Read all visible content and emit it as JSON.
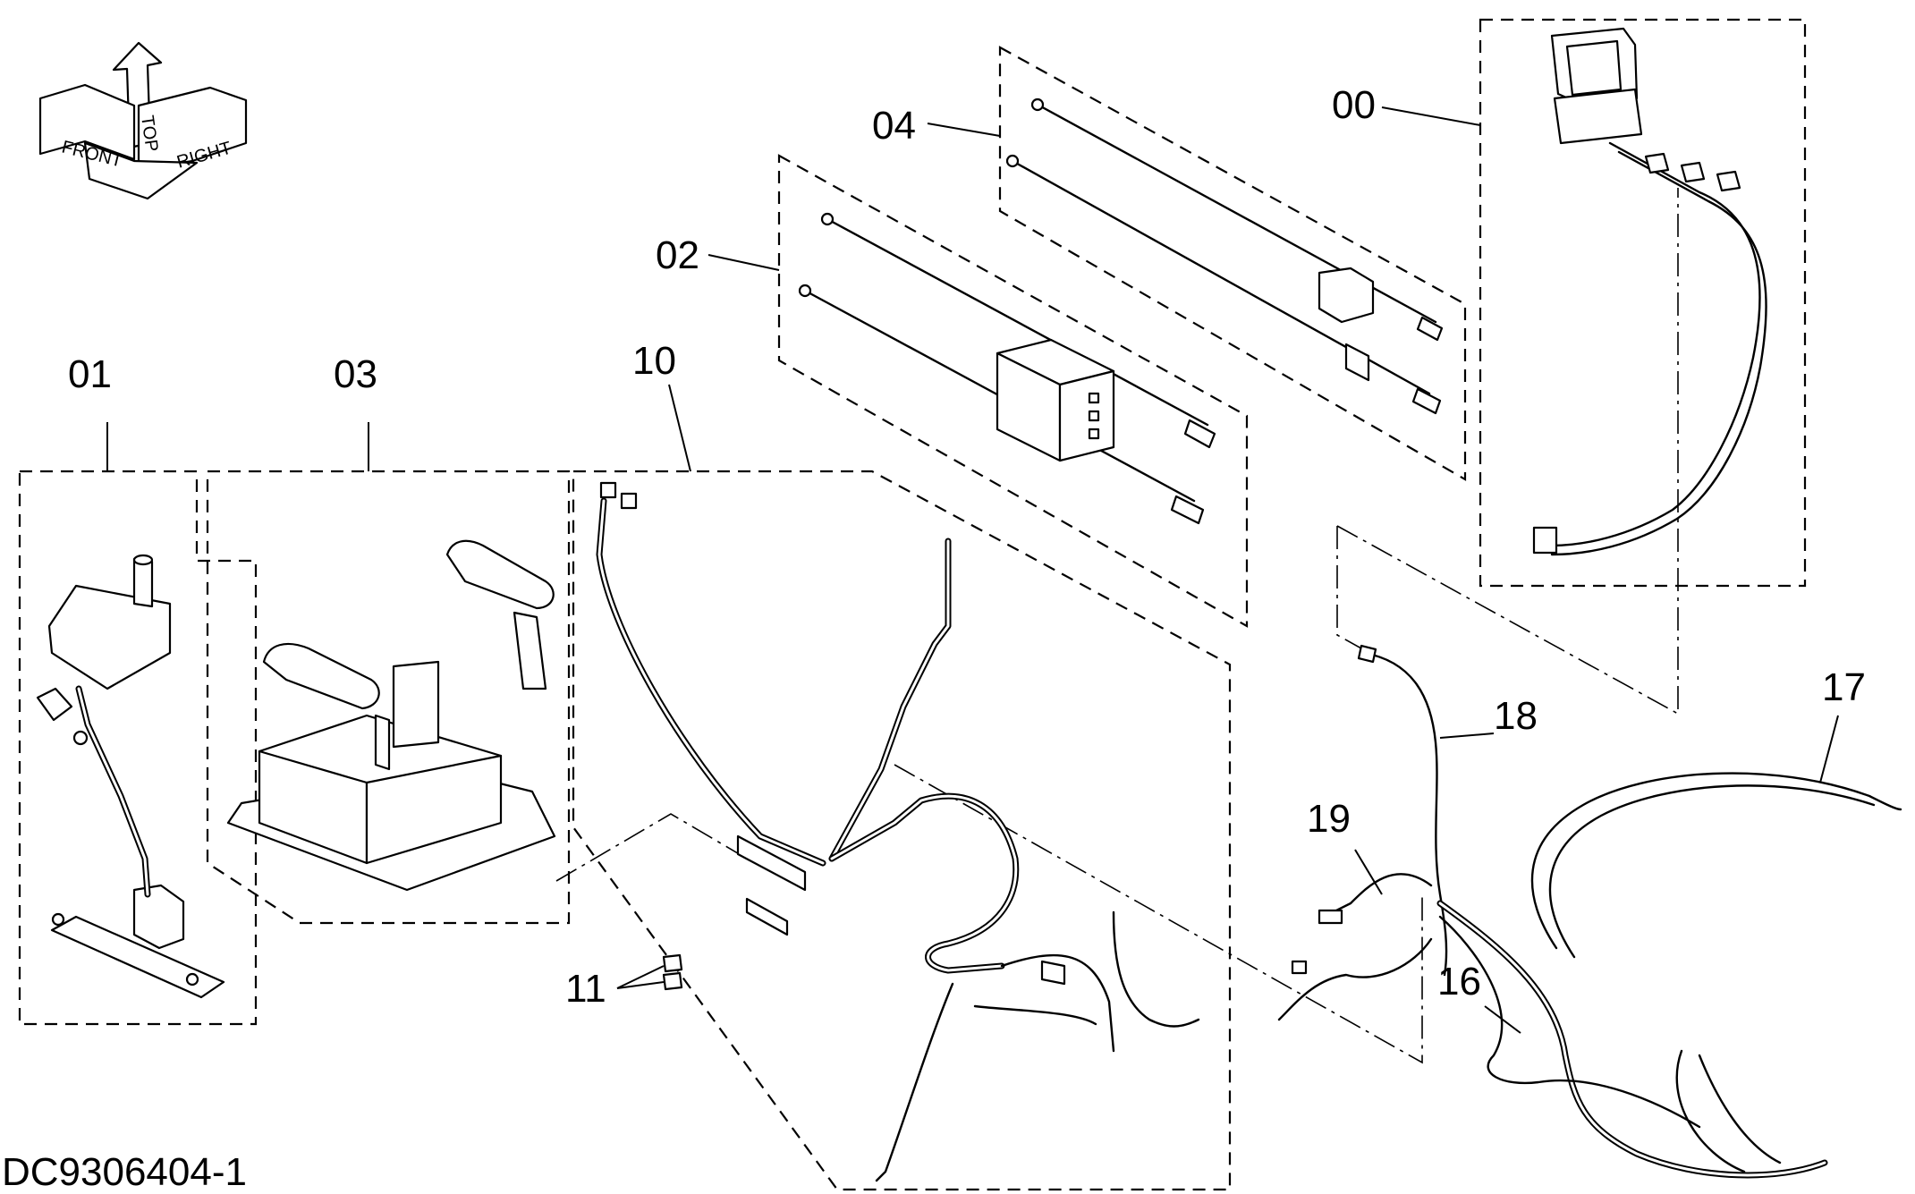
{
  "drawing_number": "DC9306404-1",
  "orientation_labels": {
    "top": "TOP",
    "front": "FRONT",
    "right": "RIGHT"
  },
  "item_labels": {
    "00": "00",
    "01": "01",
    "02": "02",
    "03": "03",
    "04": "04",
    "10": "10",
    "11": "11",
    "16": "16",
    "17": "17",
    "18": "18",
    "19": "19"
  }
}
